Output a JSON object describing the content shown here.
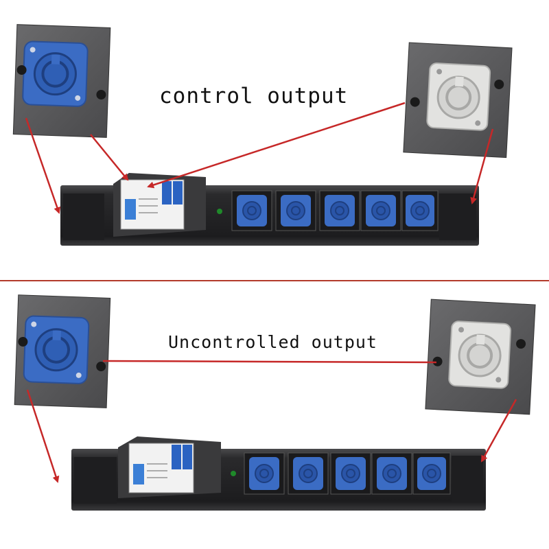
{
  "panels": [
    {
      "caption": "control output"
    },
    {
      "caption": "Uncontrolled output"
    }
  ],
  "colors": {
    "arrow": "#c62828",
    "divider": "#b33a2a",
    "plate": "#5a5a5c",
    "connector_blue": "#3b6cc4",
    "connector_white": "#e2e2e0",
    "bar": "#2a2a2c"
  },
  "icons": [
    "blue-connector-plate",
    "white-connector-plate",
    "circuit-breaker",
    "indicator-led",
    "socket"
  ]
}
